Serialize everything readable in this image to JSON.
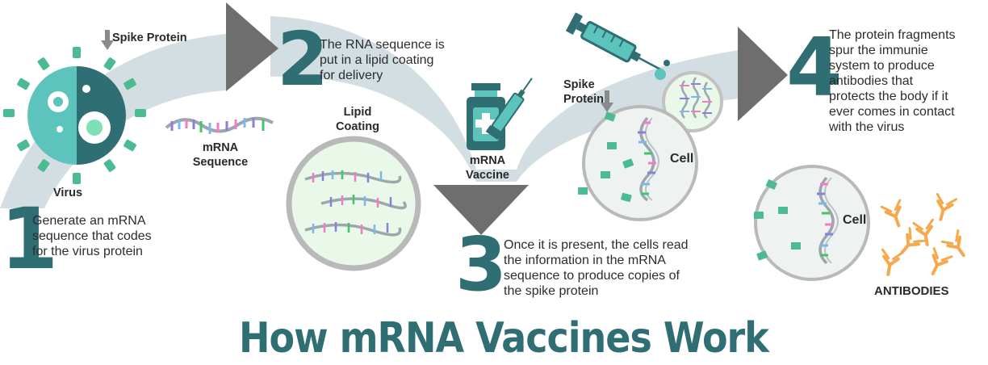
{
  "title": "How mRNA Vaccines Work",
  "steps": [
    {
      "number": "1",
      "text": [
        "Generate an mRNA",
        "sequence that codes",
        "for the virus protein"
      ]
    },
    {
      "number": "2",
      "text": [
        "The RNA sequence is",
        "put in a lipid coating",
        "for delivery"
      ]
    },
    {
      "number": "3",
      "text": [
        "Once it is present, the cells read",
        "the information in the mRNA",
        "sequence to produce copies of",
        "the spike protein"
      ]
    },
    {
      "number": "4",
      "text": [
        "The protein fragments",
        "spur the immunie",
        "system to produce",
        "antibodies that",
        "protects the body if it",
        "ever comes in contact",
        "with the virus"
      ]
    }
  ],
  "labels": {
    "spike_protein_1": "Spike Protein",
    "virus": "Virus",
    "mrna_sequence": [
      "mRNA",
      "Sequence"
    ],
    "lipid_coating": [
      "Lipid",
      "Coating"
    ],
    "mrna_vaccine": [
      "mRNA",
      "Vaccine"
    ],
    "spike_protein_2": [
      "Spike",
      "Protein"
    ],
    "cell_1": "Cell",
    "cell_2": "Cell",
    "antibodies": "ANTIBODIES"
  },
  "colors": {
    "teal_dark": "#2f6e73",
    "teal": "#3f8f8f",
    "teal_light": "#5cc4bc",
    "green_spike": "#4dbb92",
    "arrow_gray": "#6e6e6e",
    "path_gray": "#d2dee2",
    "mint": "#e9f8e9",
    "antibody_orange": "#f5a94c"
  },
  "icons": [
    "virus-icon",
    "mrna-strand-icon",
    "lipid-nanoparticle-icon",
    "vaccine-bottle-icon",
    "syringe-icon",
    "cell-icon",
    "antibody-icon"
  ]
}
